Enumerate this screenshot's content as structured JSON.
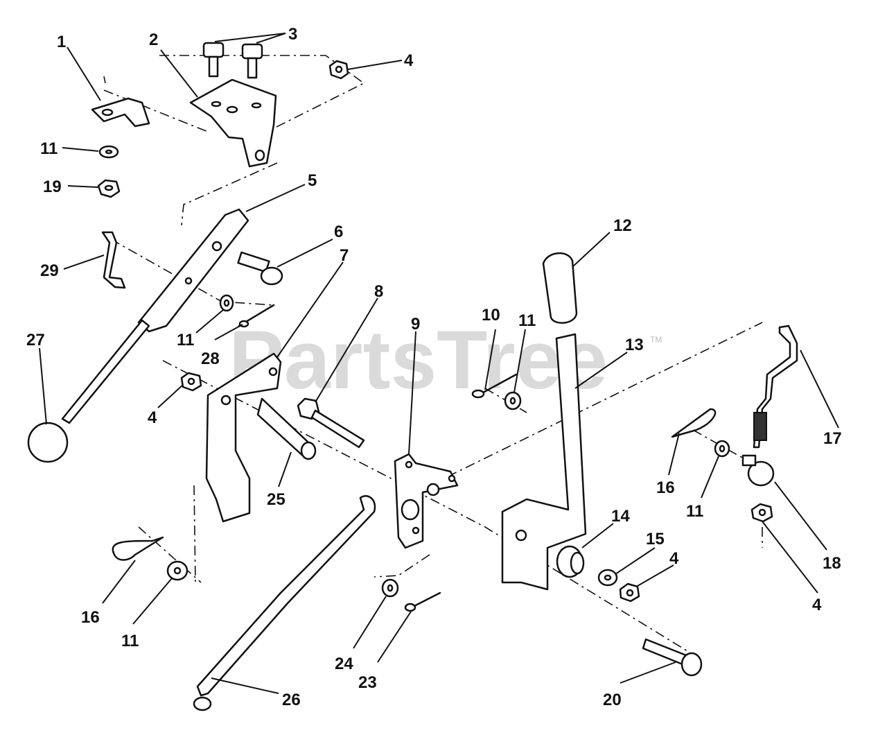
{
  "watermark": {
    "text": "PartsTree",
    "mark": "TM"
  },
  "callouts": {
    "c1": "1",
    "c2": "2",
    "c3": "3",
    "c4a": "4",
    "c11a": "11",
    "c19": "19",
    "c5": "5",
    "c6": "6",
    "c29": "29",
    "c12": "12",
    "c7": "7",
    "c8": "8",
    "c11b": "11",
    "c28": "28",
    "c27": "27",
    "c9": "9",
    "c10": "10",
    "c11c": "11",
    "c13": "13",
    "c4b": "4",
    "c17": "17",
    "c16a": "16",
    "c11d": "11",
    "c25": "25",
    "c18": "18",
    "c14": "14",
    "c15": "15",
    "c4c": "4",
    "c4d": "4",
    "c16b": "16",
    "c11e": "11",
    "c24": "24",
    "c23": "23",
    "c20": "20",
    "c26": "26"
  }
}
